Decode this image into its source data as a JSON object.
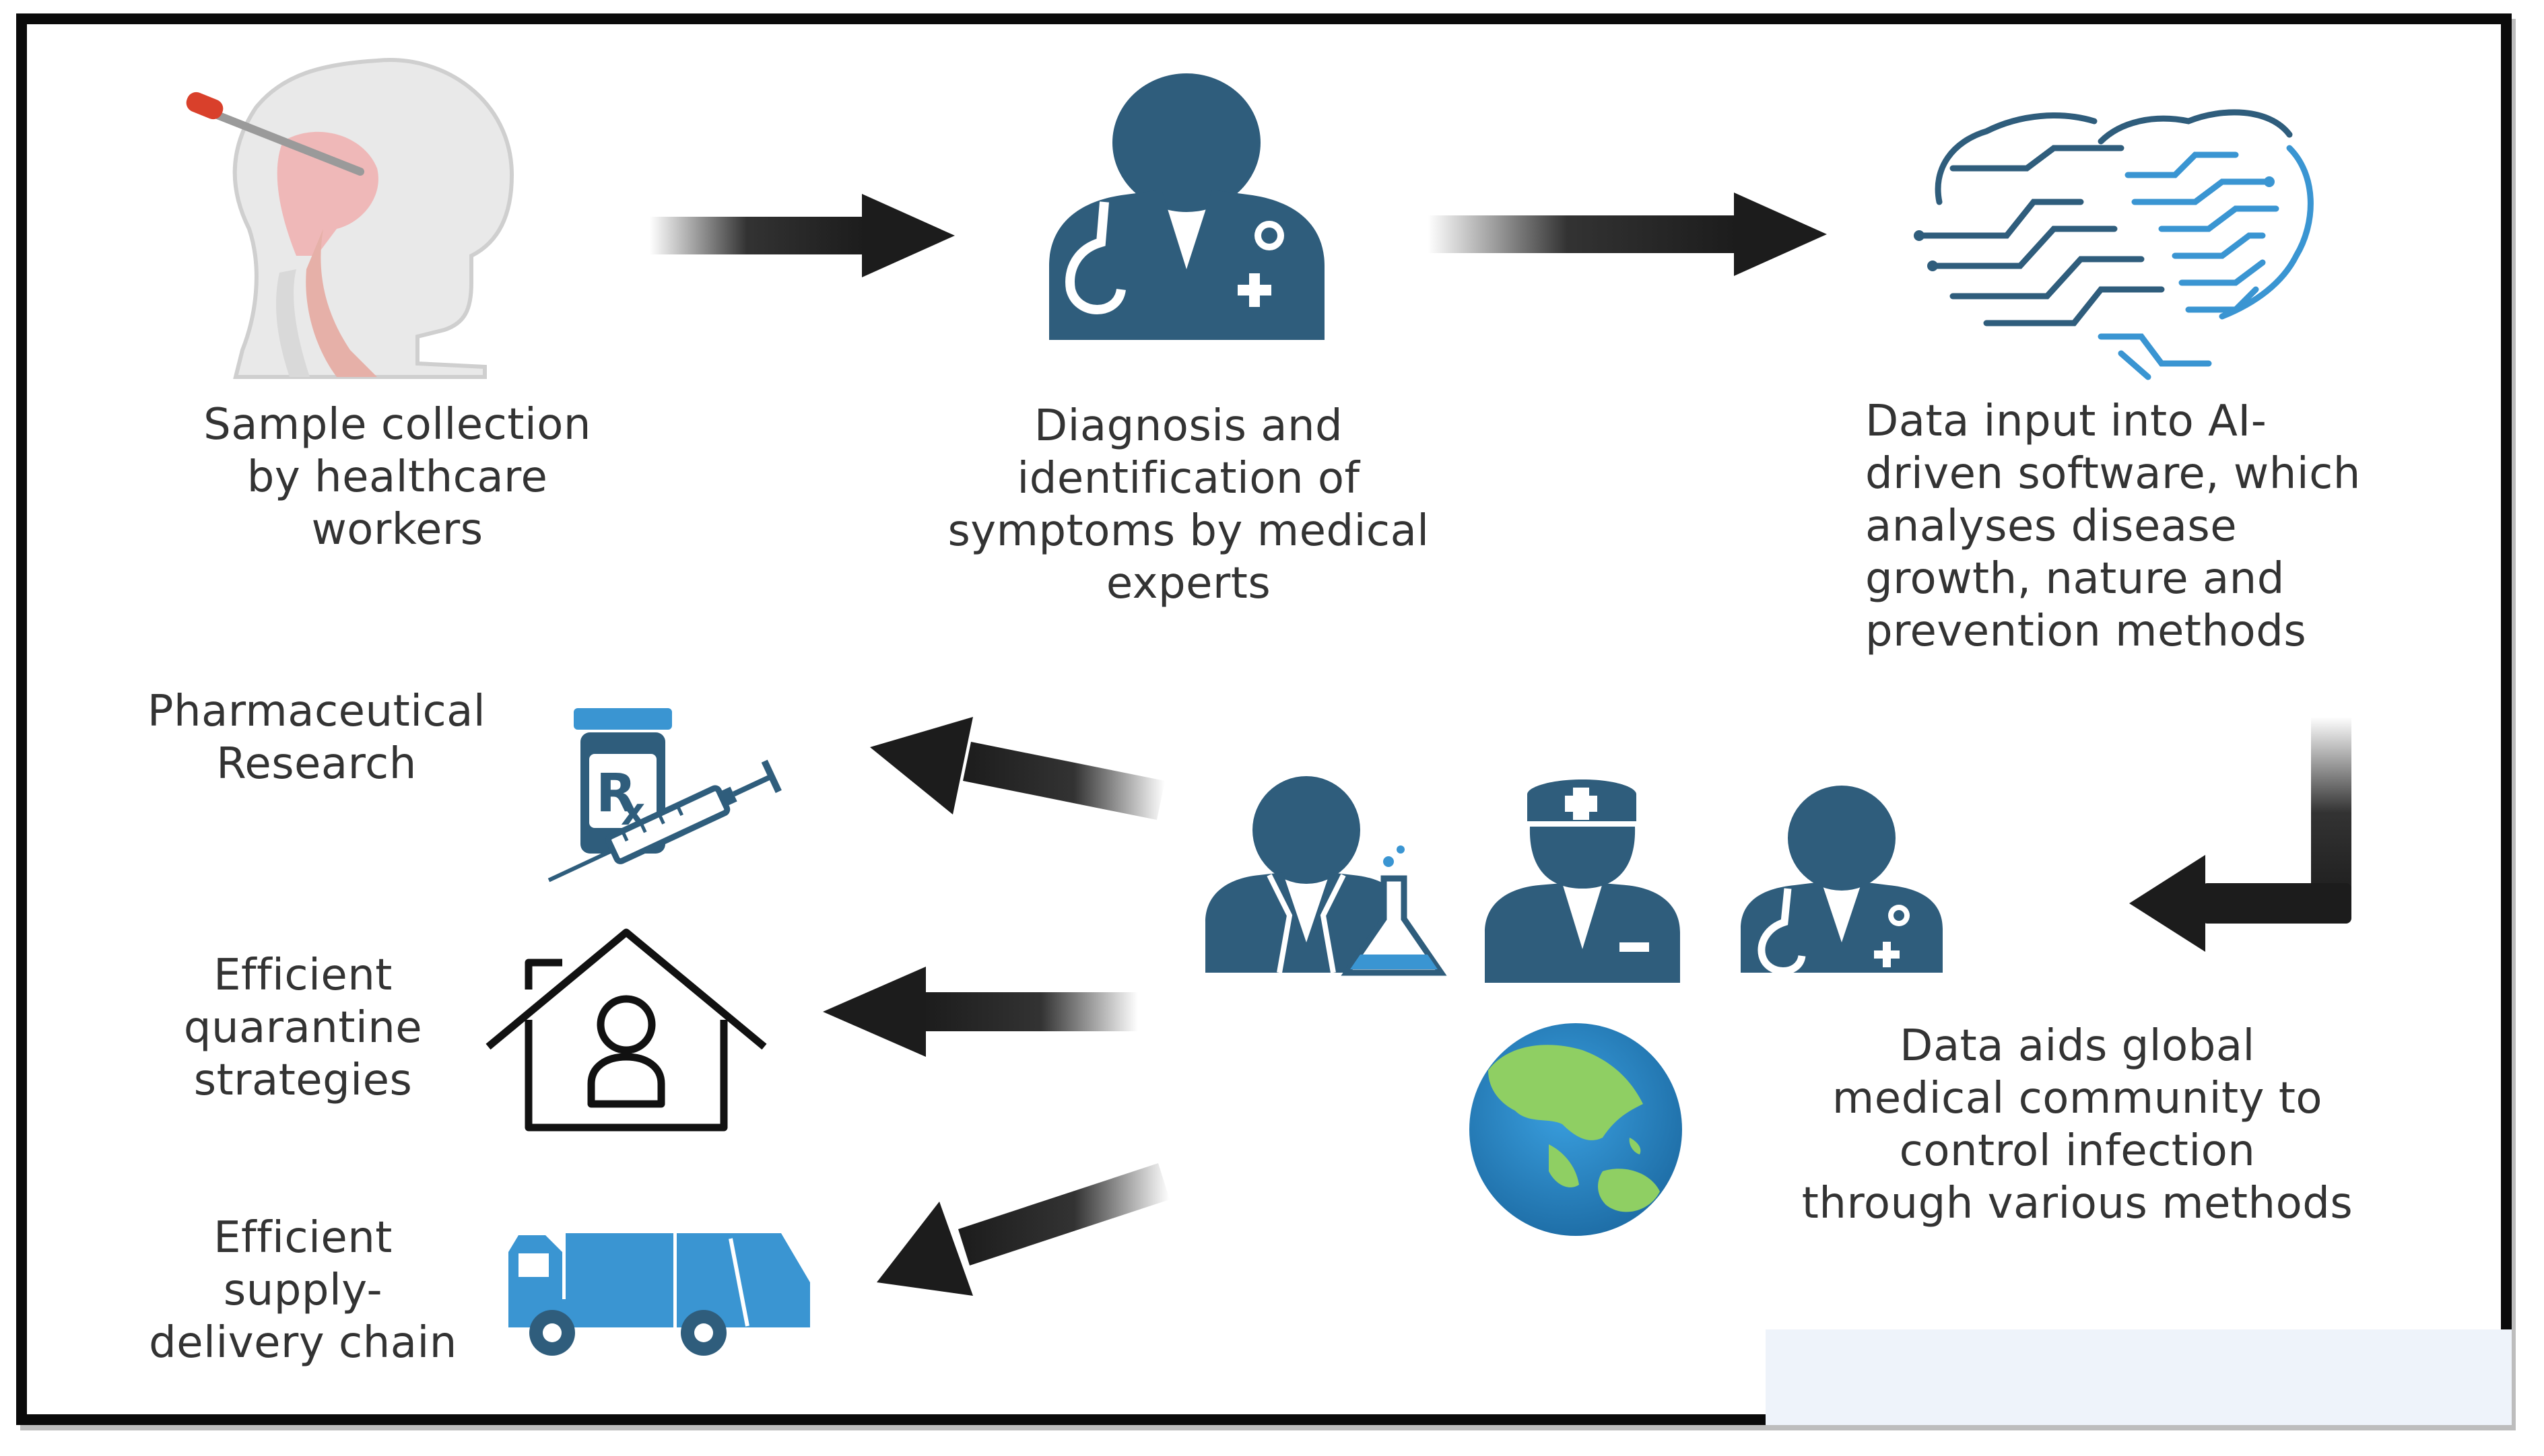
{
  "diagram": {
    "steps": {
      "sample_collection": "Sample collection\nby healthcare\nworkers",
      "diagnosis": "Diagnosis and\nidentification of\nsymptoms by medical\nexperts",
      "ai_input": "Data input into AI-\ndriven software, which\nanalyses disease\ngrowth, nature and\nprevention methods",
      "global_community": "Data aids global\nmedical community to\ncontrol infection\nthrough various methods"
    },
    "outcomes": {
      "pharma": "Pharmaceutical\nResearch",
      "quarantine": "Efficient\nquarantine\nstrategies",
      "supply": "Efficient\nsupply-\ndelivery chain"
    },
    "icons": {
      "sample": "swab-head-icon",
      "doctor": "doctor-icon",
      "brain": "ai-brain-icon",
      "scientist": "scientist-icon",
      "nurse": "nurse-icon",
      "doctor_small": "doctor-icon",
      "globe": "globe-icon",
      "medicine": "prescription-syringe-icon",
      "house": "home-quarantine-icon",
      "truck": "delivery-truck-icon"
    },
    "colors": {
      "icon_navy": "#2f5d7c",
      "icon_blue": "#3a95d2",
      "arrow": "#1c1c1c",
      "text": "#333333"
    }
  }
}
